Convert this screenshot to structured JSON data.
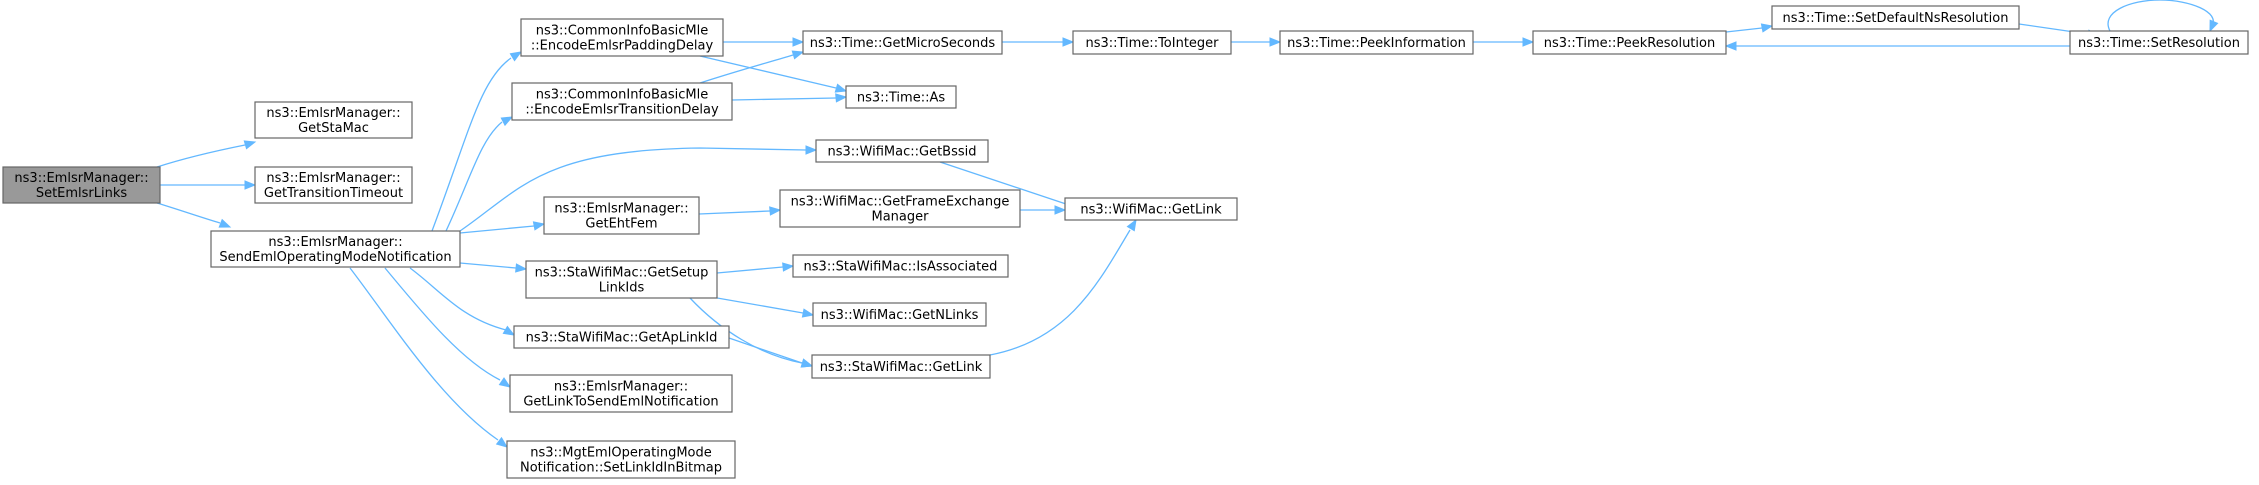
{
  "graph": {
    "nodes": [
      {
        "id": "n0",
        "lines": [
          "ns3::EmlsrManager::",
          "SetEmlsrLinks"
        ],
        "root": true
      },
      {
        "id": "n1",
        "lines": [
          "ns3::EmlsrManager::",
          "GetStaMac"
        ]
      },
      {
        "id": "n2",
        "lines": [
          "ns3::EmlsrManager::",
          "GetTransitionTimeout"
        ]
      },
      {
        "id": "n3",
        "lines": [
          "ns3::EmlsrManager::",
          "SendEmlOperatingModeNotification"
        ]
      },
      {
        "id": "n4",
        "lines": [
          "ns3::CommonInfoBasicMle",
          "::EncodeEmlsrPaddingDelay"
        ]
      },
      {
        "id": "n5",
        "lines": [
          "ns3::CommonInfoBasicMle",
          "::EncodeEmlsrTransitionDelay"
        ]
      },
      {
        "id": "n6",
        "lines": [
          "ns3::EmlsrManager::",
          "GetEhtFem"
        ]
      },
      {
        "id": "n7",
        "lines": [
          "ns3::StaWifiMac::GetSetup",
          "LinkIds"
        ]
      },
      {
        "id": "n8",
        "lines": [
          "ns3::StaWifiMac::GetApLinkId"
        ]
      },
      {
        "id": "n9",
        "lines": [
          "ns3::EmlsrManager::",
          "GetLinkToSendEmlNotification"
        ]
      },
      {
        "id": "n10",
        "lines": [
          "ns3::MgtEmlOperatingMode",
          "Notification::SetLinkIdInBitmap"
        ]
      },
      {
        "id": "n11",
        "lines": [
          "ns3::Time::GetMicroSeconds"
        ]
      },
      {
        "id": "n12",
        "lines": [
          "ns3::Time::As"
        ]
      },
      {
        "id": "n13",
        "lines": [
          "ns3::WifiMac::GetBssid"
        ]
      },
      {
        "id": "n14",
        "lines": [
          "ns3::WifiMac::GetFrameExchange",
          "Manager"
        ]
      },
      {
        "id": "n15",
        "lines": [
          "ns3::StaWifiMac::IsAssociated"
        ]
      },
      {
        "id": "n16",
        "lines": [
          "ns3::WifiMac::GetNLinks"
        ]
      },
      {
        "id": "n17",
        "lines": [
          "ns3::StaWifiMac::GetLink"
        ]
      },
      {
        "id": "n18",
        "lines": [
          "ns3::Time::ToInteger"
        ]
      },
      {
        "id": "n19",
        "lines": [
          "ns3::WifiMac::GetLink"
        ]
      },
      {
        "id": "n20",
        "lines": [
          "ns3::Time::PeekInformation"
        ]
      },
      {
        "id": "n21",
        "lines": [
          "ns3::Time::PeekResolution"
        ]
      },
      {
        "id": "n22",
        "lines": [
          "ns3::Time::SetDefaultNsResolution"
        ]
      },
      {
        "id": "n23",
        "lines": [
          "ns3::Time::SetResolution"
        ]
      }
    ],
    "edges": [
      {
        "from": "n0",
        "to": "n1"
      },
      {
        "from": "n0",
        "to": "n2"
      },
      {
        "from": "n0",
        "to": "n3"
      },
      {
        "from": "n3",
        "to": "n4"
      },
      {
        "from": "n3",
        "to": "n5"
      },
      {
        "from": "n3",
        "to": "n13"
      },
      {
        "from": "n3",
        "to": "n6"
      },
      {
        "from": "n3",
        "to": "n7"
      },
      {
        "from": "n3",
        "to": "n8"
      },
      {
        "from": "n3",
        "to": "n9"
      },
      {
        "from": "n3",
        "to": "n10"
      },
      {
        "from": "n4",
        "to": "n11"
      },
      {
        "from": "n4",
        "to": "n12"
      },
      {
        "from": "n5",
        "to": "n11"
      },
      {
        "from": "n5",
        "to": "n12"
      },
      {
        "from": "n6",
        "to": "n14"
      },
      {
        "from": "n7",
        "to": "n15"
      },
      {
        "from": "n7",
        "to": "n16"
      },
      {
        "from": "n7",
        "to": "n17"
      },
      {
        "from": "n8",
        "to": "n17"
      },
      {
        "from": "n13",
        "to": "n19"
      },
      {
        "from": "n14",
        "to": "n19"
      },
      {
        "from": "n17",
        "to": "n19"
      },
      {
        "from": "n11",
        "to": "n18"
      },
      {
        "from": "n18",
        "to": "n20"
      },
      {
        "from": "n20",
        "to": "n21"
      },
      {
        "from": "n21",
        "to": "n22"
      },
      {
        "from": "n22",
        "to": "n23"
      },
      {
        "from": "n23",
        "to": "n21"
      },
      {
        "from": "n23",
        "to": "n23"
      }
    ]
  },
  "colors": {
    "edge": "#63b8ff",
    "node_border": "#666666",
    "root_fill": "#999999",
    "node_fill": "#ffffff"
  }
}
